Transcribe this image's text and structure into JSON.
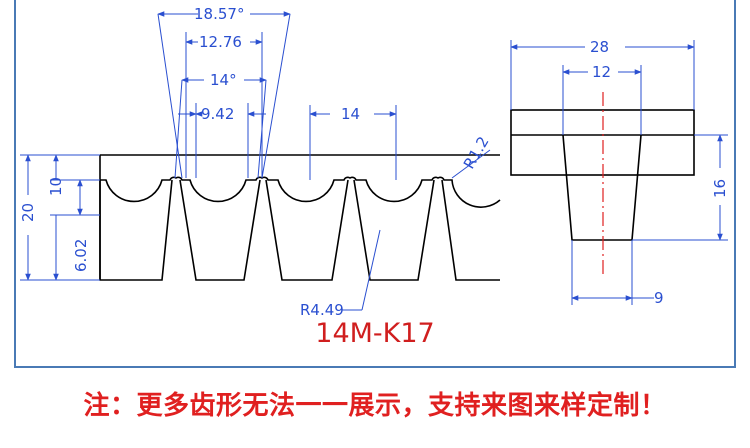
{
  "belt_profile": {
    "dimensions": {
      "tooth_angle_outer": "18.57°",
      "tooth_width_top": "12.76",
      "tooth_angle_inner": "14°",
      "tooth_width_inner": "9.42",
      "pitch": "14",
      "radius_small": "R1.2",
      "radius_large": "R4.49",
      "height_total": "20",
      "height_groove": "10",
      "height_lower": "6.02"
    }
  },
  "section_view": {
    "dimensions": {
      "width_total": "28",
      "width_tooth": "12",
      "height": "16",
      "offset": "9"
    }
  },
  "caption": "14M-K17",
  "note": "注：更多齿形无法一一展示，支持来图来样定制！",
  "colors": {
    "line": "#000000",
    "dimension": "#2a4fd0",
    "centerline": "#e02020",
    "caption": "#d01e1e",
    "frame": "#4a7ab5"
  }
}
